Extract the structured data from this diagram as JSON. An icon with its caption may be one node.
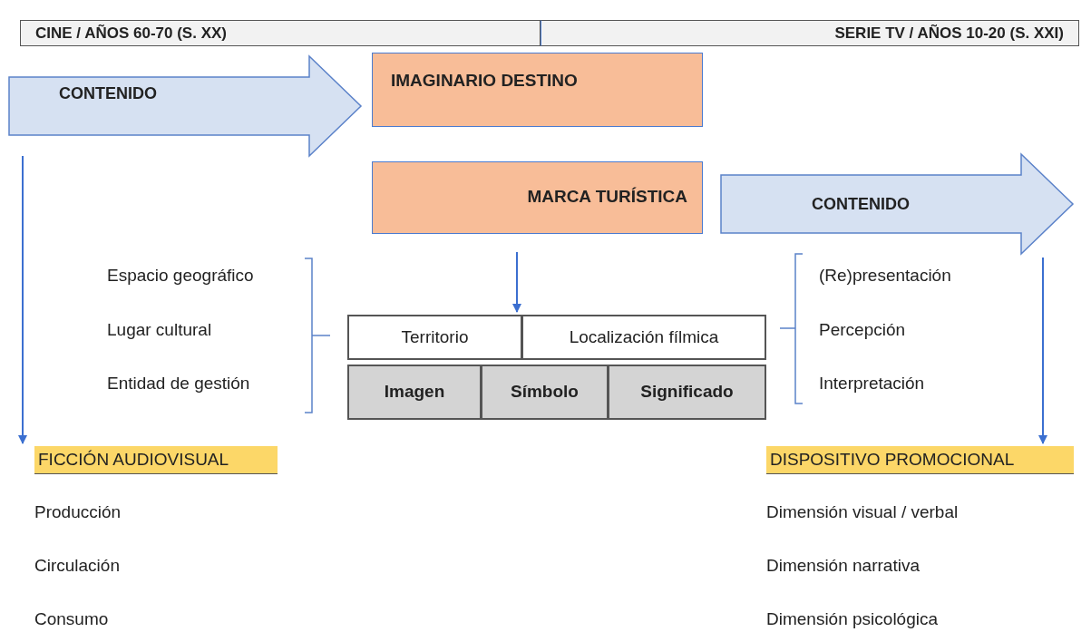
{
  "diagram": {
    "nodes": [
      {
        "text": [
          "CINE / AÑOS 60-70 (S. XX)"
        ]
      },
      {
        "text": [
          "SERIE TV / AÑOS 10-20 (S. XXI)"
        ]
      },
      {
        "text": [
          "IMAGINARIO DESTINO"
        ]
      },
      {
        "text": [
          "MARCA TURÍSTICA"
        ]
      },
      {
        "text": [
          "Territorio"
        ]
      },
      {
        "text": [
          "Localización fílmica"
        ]
      },
      {
        "text": [
          "Imagen"
        ]
      },
      {
        "text": [
          "Símbolo"
        ]
      },
      {
        "text": [
          "Significado"
        ]
      },
      {
        "text": [
          "FICCIÓN AUDIOVISUAL"
        ]
      },
      {
        "text": [
          "DISPOSITIVO PROMOCIONAL"
        ]
      }
    ],
    "edges": [
      {
        "from": null,
        "to": 2,
        "arrow": "to",
        "label": "CONTENIDO",
        "style": "thick"
      },
      {
        "from": 3,
        "to": null,
        "arrow": "to",
        "label": "CONTENIDO",
        "style": "thick"
      },
      {
        "from": null,
        "to": 9,
        "arrow": "to"
      },
      {
        "from": null,
        "to": 10,
        "arrow": "to"
      },
      {
        "from": 3,
        "to": 4,
        "arrow": "to"
      }
    ],
    "labels": [
      "Espacio geográfico",
      "(Re)presentación",
      "Lugar cultural",
      "Percepción",
      "Entidad de gestión",
      "Interpretación",
      "Producción",
      "Dimensión visual / verbal",
      "Circulación",
      "Dimensión narrativa",
      "Consumo",
      "Dimensión psicológica"
    ]
  }
}
